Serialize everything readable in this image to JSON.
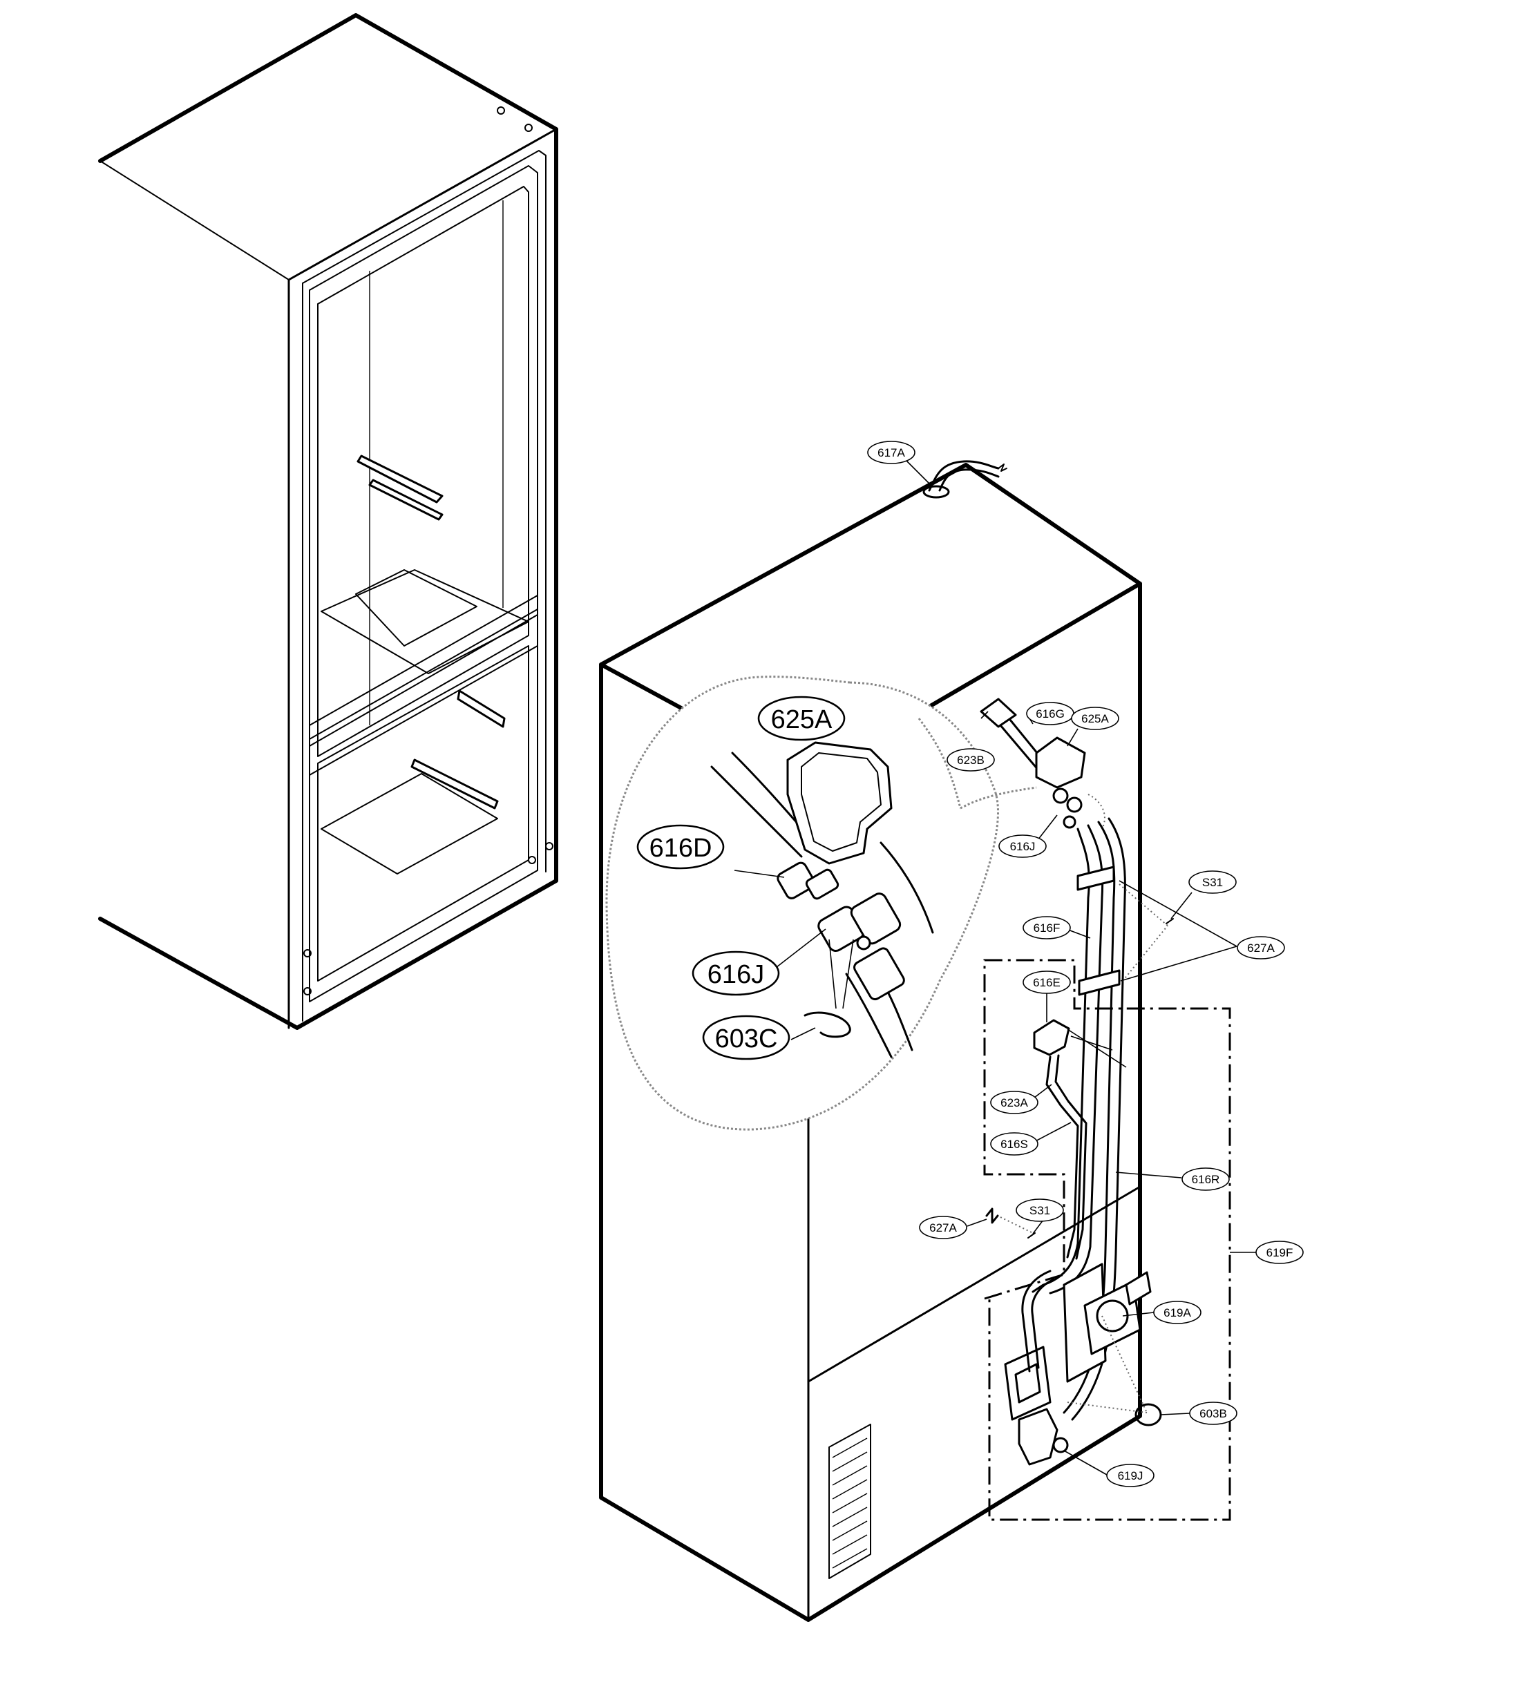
{
  "callouts": {
    "c617A": "617A",
    "c616G": "616G",
    "c625A": "625A",
    "c623B": "623B",
    "c616J": "616J",
    "cS31_top": "S31",
    "c616F": "616F",
    "c627A_right": "627A",
    "c616E": "616E",
    "c623A": "623A",
    "c616S": "616S",
    "c616R": "616R",
    "c627A_left": "627A",
    "cS31_mid": "S31",
    "c619F": "619F",
    "c619A": "619A",
    "c603B": "603B",
    "c619J": "619J"
  },
  "detail_callouts": {
    "d625A": "625A",
    "d616D": "616D",
    "d616J": "616J",
    "d603C": "603C"
  }
}
